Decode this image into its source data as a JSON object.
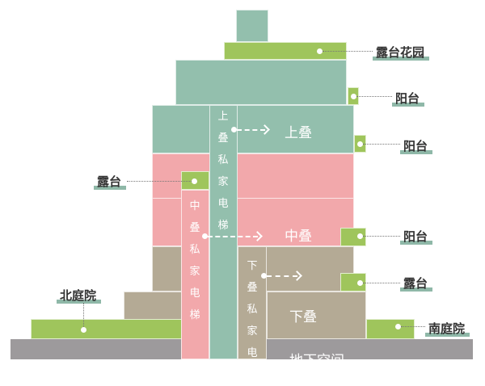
{
  "labels": {
    "roof_garden": "露台花园",
    "balcony_1": "阳台",
    "balcony_2": "阳台",
    "terrace_left": "露台",
    "balcony_3": "阳台",
    "terrace_right": "露台",
    "north_courtyard": "北庭院",
    "south_courtyard": "南庭院"
  },
  "units": {
    "upper": "上叠",
    "middle": "中叠",
    "lower": "下叠",
    "basement": "地下空间"
  },
  "elevators": {
    "upper": "上叠私家电梯",
    "middle": "中叠私家电梯",
    "lower": "下叠私家电梯"
  },
  "colors": {
    "upper": "#93bfad",
    "middle": "#f2a8ab",
    "lower": "#b4aa95",
    "outdoor": "#9fc55c",
    "basement": "#9d9a9c"
  }
}
